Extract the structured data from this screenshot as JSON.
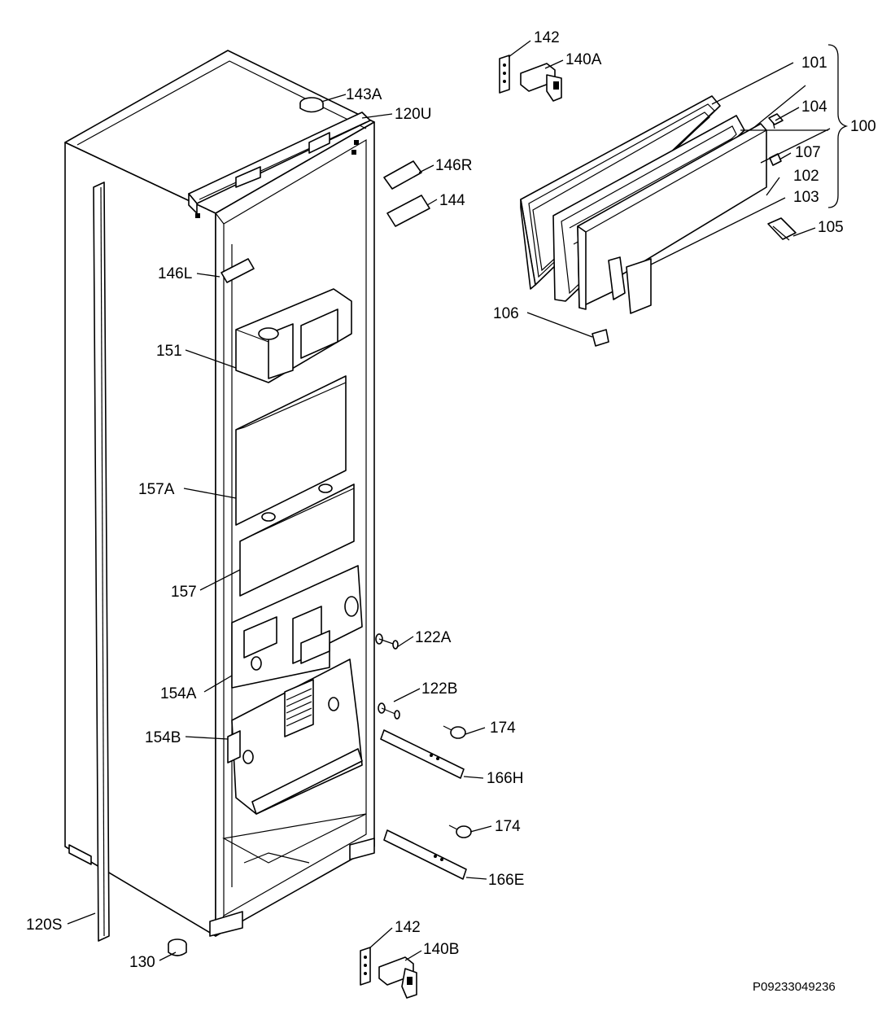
{
  "document_code": "P09233049236",
  "parts": [
    {
      "key": "143A",
      "label": "143A"
    },
    {
      "key": "120U",
      "label": "120U"
    },
    {
      "key": "146R",
      "label": "146R"
    },
    {
      "key": "144",
      "label": "144"
    },
    {
      "key": "146L",
      "label": "146L"
    },
    {
      "key": "151",
      "label": "151"
    },
    {
      "key": "157A",
      "label": "157A"
    },
    {
      "key": "157",
      "label": "157"
    },
    {
      "key": "154A",
      "label": "154A"
    },
    {
      "key": "154B",
      "label": "154B"
    },
    {
      "key": "120S",
      "label": "120S"
    },
    {
      "key": "130",
      "label": "130"
    },
    {
      "key": "142_top",
      "label": "142"
    },
    {
      "key": "140A",
      "label": "140A"
    },
    {
      "key": "101",
      "label": "101"
    },
    {
      "key": "104",
      "label": "104"
    },
    {
      "key": "100",
      "label": "100"
    },
    {
      "key": "107",
      "label": "107"
    },
    {
      "key": "102",
      "label": "102"
    },
    {
      "key": "103",
      "label": "103"
    },
    {
      "key": "105",
      "label": "105"
    },
    {
      "key": "106",
      "label": "106"
    },
    {
      "key": "122A",
      "label": "122A"
    },
    {
      "key": "122B",
      "label": "122B"
    },
    {
      "key": "174_top",
      "label": "174"
    },
    {
      "key": "166H",
      "label": "166H"
    },
    {
      "key": "174_bottom",
      "label": "174"
    },
    {
      "key": "166E",
      "label": "166E"
    },
    {
      "key": "142_bottom",
      "label": "142"
    },
    {
      "key": "140B",
      "label": "140B"
    }
  ]
}
